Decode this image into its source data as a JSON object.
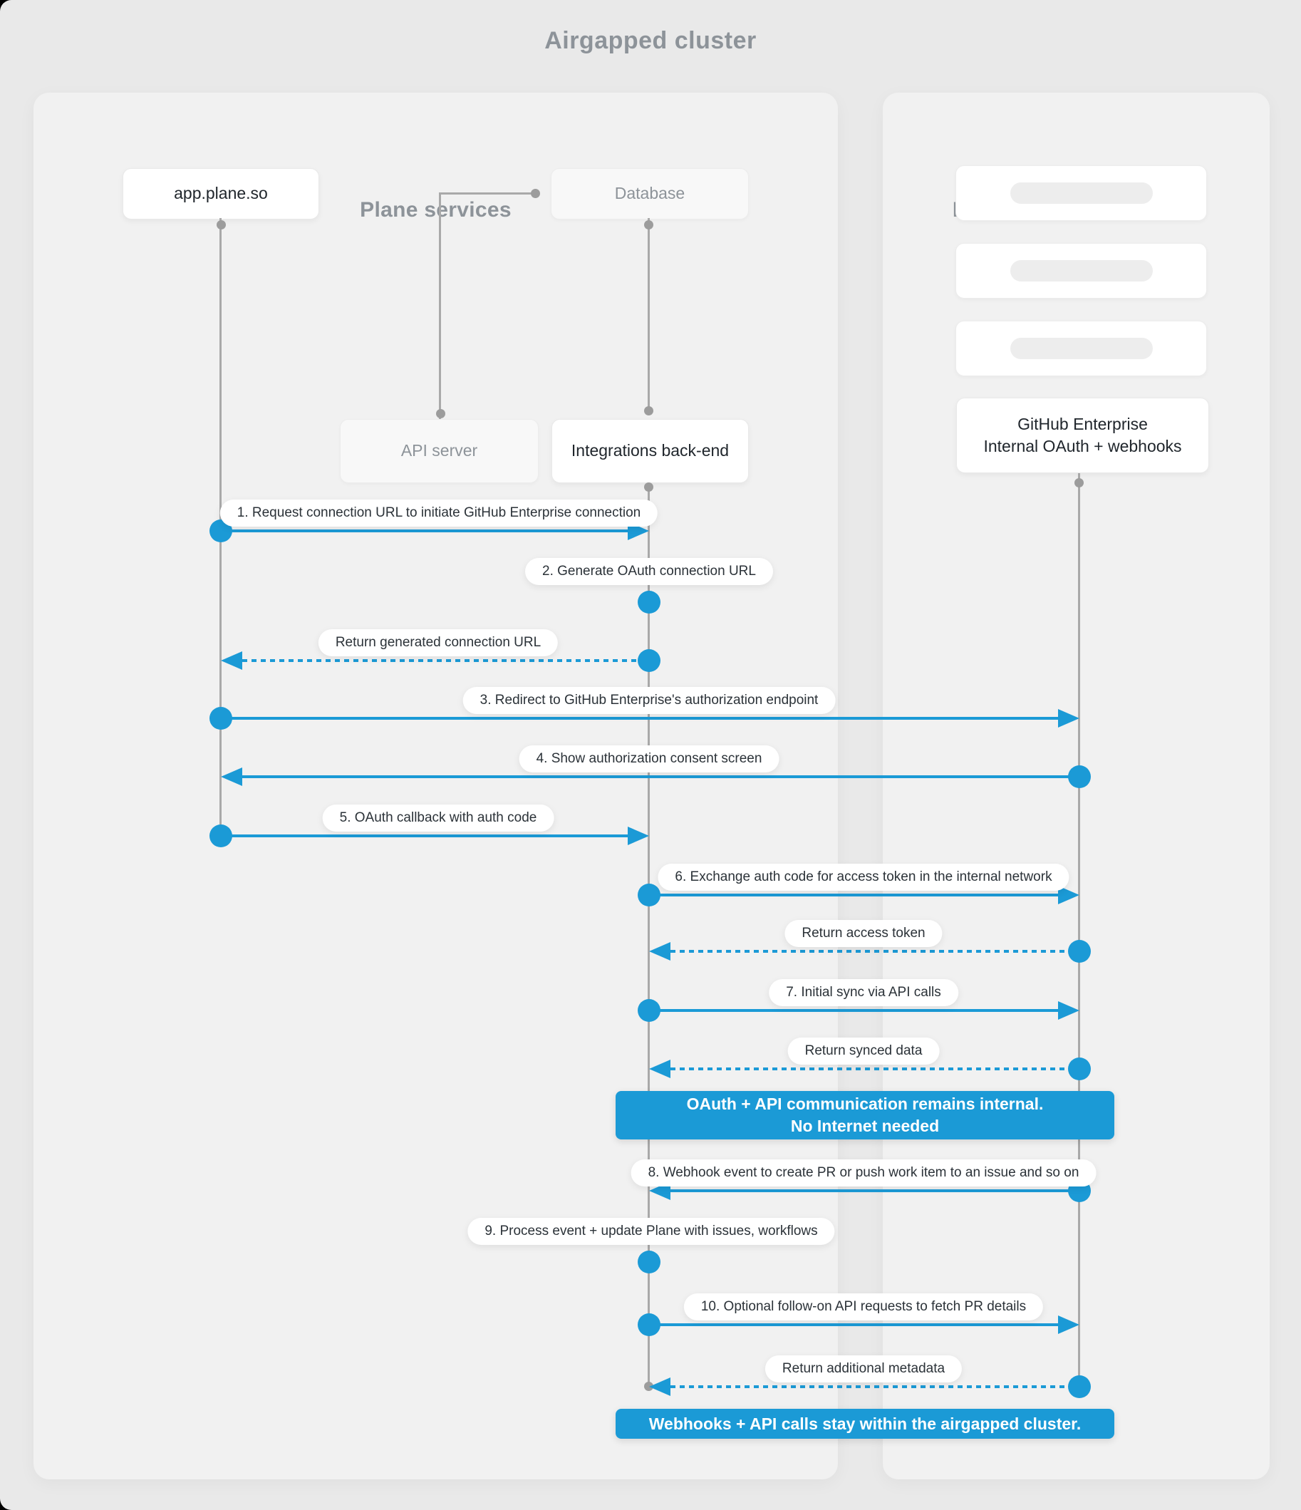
{
  "title": "Airgapped cluster",
  "panels": {
    "plane": {
      "header": "Plane services"
    },
    "internal": {
      "header": "Internal enterprise apps"
    }
  },
  "actors": {
    "app": {
      "label": "app.plane.so"
    },
    "database": {
      "label": "Database"
    },
    "api_server": {
      "label": "API server"
    },
    "integrations": {
      "label": "Integrations back-end"
    },
    "github": {
      "line1": "GitHub Enterprise",
      "line2": "Internal OAuth + webhooks"
    }
  },
  "messages": [
    {
      "label": "1. Request connection URL to initiate GitHub Enterprise connection",
      "from": "app.plane.so",
      "to": "Integrations back-end",
      "style": "solid"
    },
    {
      "label": "2. Generate OAuth connection URL",
      "from": "Integrations back-end",
      "to": "Integrations back-end",
      "style": "self"
    },
    {
      "label": "Return generated connection URL",
      "from": "Integrations back-end",
      "to": "app.plane.so",
      "style": "dashed"
    },
    {
      "label": "3. Redirect to GitHub Enterprise's authorization endpoint",
      "from": "app.plane.so",
      "to": "GitHub Enterprise",
      "style": "solid"
    },
    {
      "label": "4. Show authorization consent screen",
      "from": "GitHub Enterprise",
      "to": "app.plane.so",
      "style": "solid"
    },
    {
      "label": "5. OAuth callback with auth code",
      "from": "app.plane.so",
      "to": "Integrations back-end",
      "style": "solid"
    },
    {
      "label": "6. Exchange auth code for access token in the internal network",
      "from": "Integrations back-end",
      "to": "GitHub Enterprise",
      "style": "solid"
    },
    {
      "label": "Return access token",
      "from": "GitHub Enterprise",
      "to": "Integrations back-end",
      "style": "dashed"
    },
    {
      "label": "7. Initial sync via API calls",
      "from": "Integrations back-end",
      "to": "GitHub Enterprise",
      "style": "solid"
    },
    {
      "label": "Return synced data",
      "from": "GitHub Enterprise",
      "to": "Integrations back-end",
      "style": "dashed"
    },
    {
      "label": "8. Webhook event to create PR or push work item to an issue and so on",
      "from": "GitHub Enterprise",
      "to": "Integrations back-end",
      "style": "solid"
    },
    {
      "label": "9. Process event + update Plane with issues, workflows",
      "from": "Integrations back-end",
      "to": "Integrations back-end",
      "style": "self"
    },
    {
      "label": "10. Optional follow-on API requests to fetch PR details",
      "from": "Integrations back-end",
      "to": "GitHub Enterprise",
      "style": "solid"
    },
    {
      "label": "Return additional metadata",
      "from": "GitHub Enterprise",
      "to": "Integrations back-end",
      "style": "dashed"
    }
  ],
  "banners": [
    {
      "line1": "OAuth + API communication remains internal.",
      "line2": "No Internet needed"
    },
    {
      "line1": "Webhooks + API calls stay within the airgapped cluster."
    }
  ],
  "colors": {
    "accent": "#1b9ad6",
    "page_bg": "#e9e9e9",
    "panel_bg": "#f1f1f1",
    "lifeline": "#a9a9a9",
    "text_dark": "#20262c",
    "text_muted": "#8d9399"
  }
}
